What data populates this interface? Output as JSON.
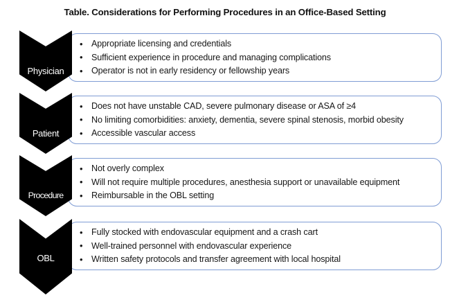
{
  "title": "Table. Considerations for Performing Procedures in an Office-Based Setting",
  "colors": {
    "box_border": "#7F9CD4",
    "chevron_fill": "#000000",
    "chevron_text": "#FFFFFF",
    "body_text": "#161616",
    "background": "#FFFFFF"
  },
  "rows": [
    {
      "label": "Physician",
      "bullets": [
        "Appropriate licensing and credentials",
        "Sufficient experience in procedure and managing complications",
        "Operator is not in early residency or fellowship years"
      ]
    },
    {
      "label": "Patient",
      "bullets": [
        "Does not have unstable CAD, severe pulmonary disease or ASA of ≥4",
        "No limiting comorbidities: anxiety, dementia, severe spinal stenosis, morbid obesity",
        "Accessible vascular access"
      ]
    },
    {
      "label": "Procedure",
      "bullets": [
        "Not overly complex",
        "Will not require multiple procedures, anesthesia support or unavailable equipment",
        "Reimbursable in the OBL setting"
      ]
    },
    {
      "label": "OBL",
      "bullets": [
        "Fully stocked with endovascular equipment and a crash cart",
        "Well-trained personnel with endovascular experience",
        "Written safety protocols and transfer agreement with local hospital"
      ]
    }
  ]
}
